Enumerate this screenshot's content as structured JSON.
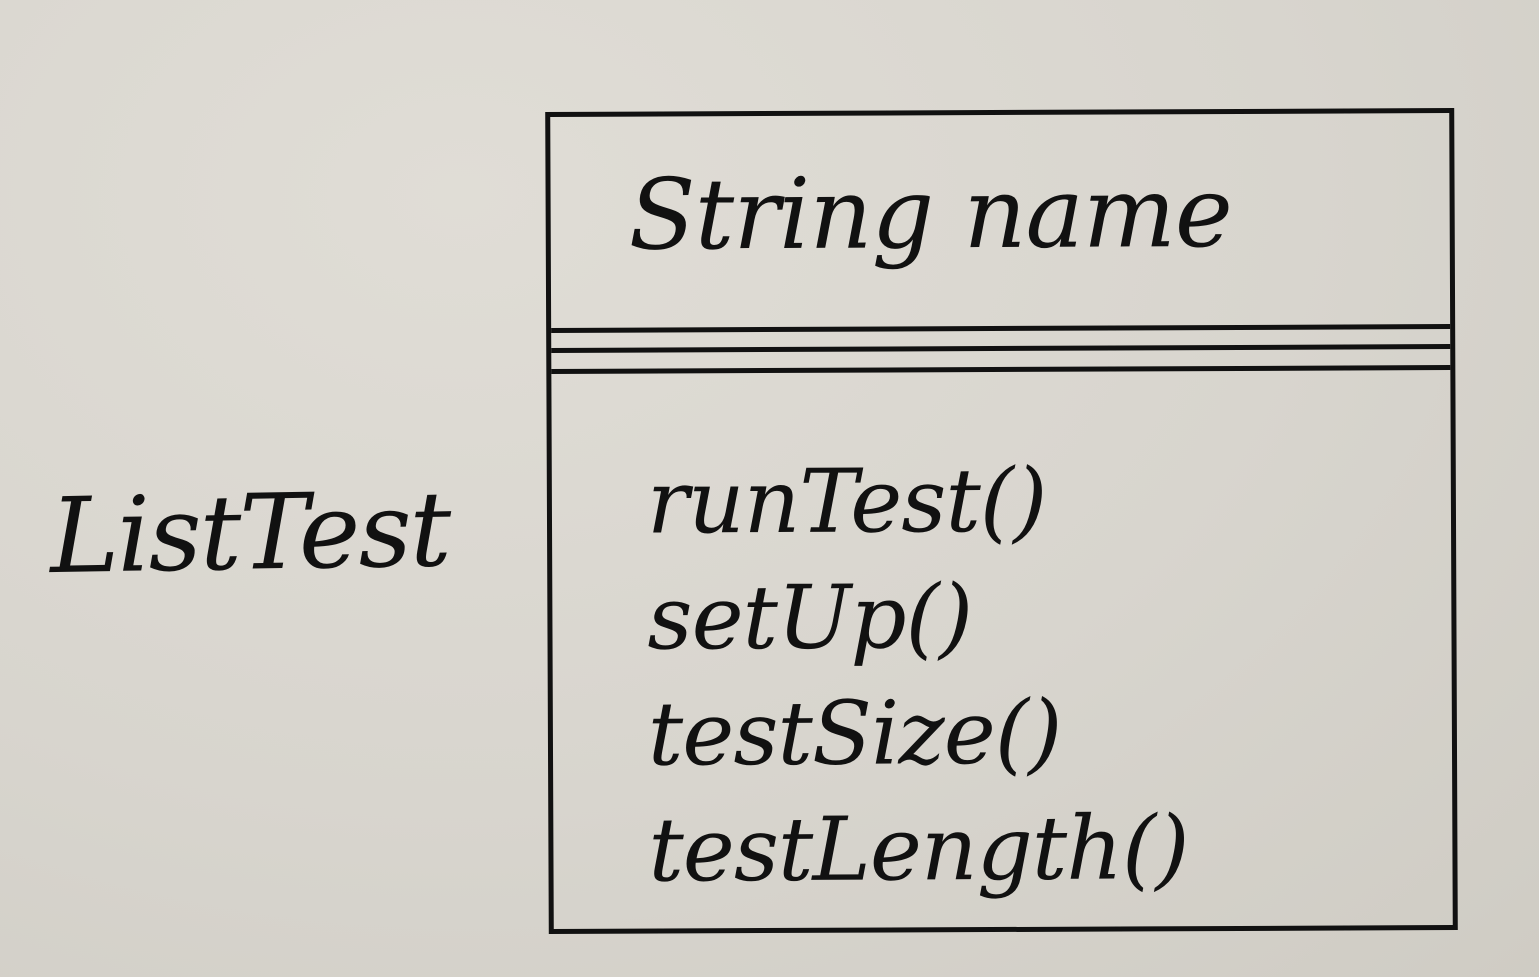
{
  "diagram": {
    "type": "uml-class",
    "class_name": "ListTest",
    "attributes": [
      "String name"
    ],
    "operations": [
      "runTest()",
      "setUp()",
      "testSize()",
      "testLength()"
    ]
  },
  "colors": {
    "paper": "#d9d6cf",
    "ink": "#111111"
  }
}
